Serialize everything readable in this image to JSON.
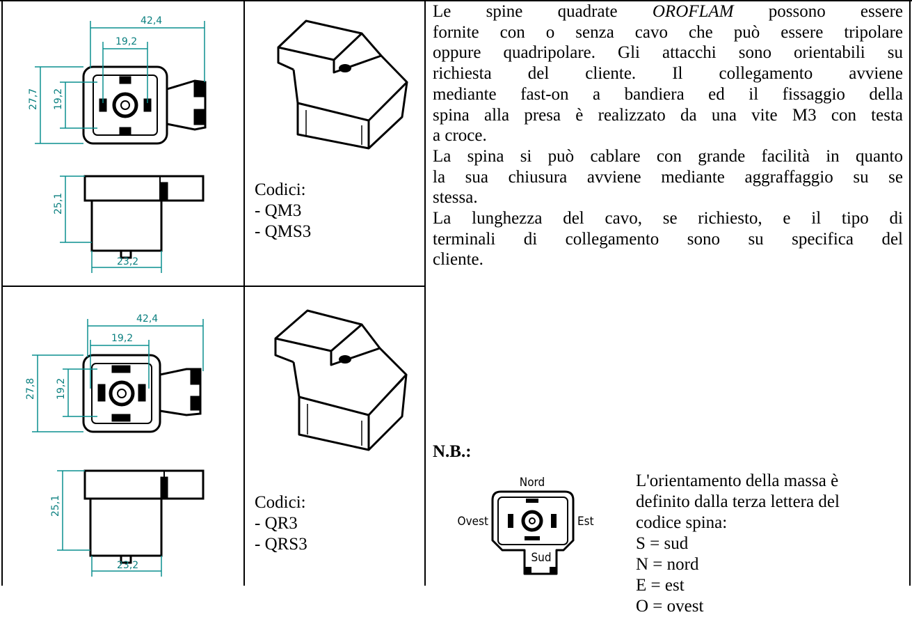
{
  "row1": {
    "codes_title": "Codici:",
    "codes": [
      "- QM3",
      "- QMS3"
    ],
    "dims": {
      "width_total": "42,4",
      "width_inner": "19,2",
      "height_total": "27,7",
      "height_inner": "19,2",
      "side_height": "25,1",
      "side_width": "23,2"
    }
  },
  "row2": {
    "codes_title": "Codici:",
    "codes": [
      "- QR3",
      "- QRS3"
    ],
    "dims": {
      "width_total": "42,4",
      "width_inner": "19,2",
      "height_total": "27,8",
      "height_inner": "19,2",
      "side_height": "25,1",
      "side_width": "23,2"
    }
  },
  "description": {
    "p1_lines": [
      [
        "Le spine quadrate ",
        "OROFLAM",
        " possono essere"
      ],
      [
        "fornite con o senza cavo che può essere tripolare"
      ],
      [
        "oppure quadripolare. Gli attacchi sono orientabili su"
      ],
      [
        "richiesta del cliente. Il collegamento avviene"
      ],
      [
        "mediante fast-on a bandiera ed il fissaggio della"
      ],
      [
        "spina alla presa è realizzato da una vite M3 con testa"
      ],
      [
        "a croce."
      ]
    ],
    "p2_lines": [
      "La spina si può cablare con grande facilità in quanto",
      "la sua chiusura avviene mediante aggraffaggio su se",
      "stessa."
    ],
    "p3_lines": [
      "La lunghezza del cavo, se richiesto, e il tipo di",
      "terminali di collegamento sono su specifica del",
      "cliente."
    ]
  },
  "nb": {
    "label": "N.B.:",
    "diagram_labels": {
      "north": "Nord",
      "west": "Ovest",
      "east": "Est",
      "south": "Sud"
    },
    "orientation_lines": [
      "L'orientamento della massa è",
      "definito dalla terza lettera del",
      "codice spina:",
      "S = sud",
      "N = nord",
      "E = est",
      "O = ovest"
    ]
  }
}
